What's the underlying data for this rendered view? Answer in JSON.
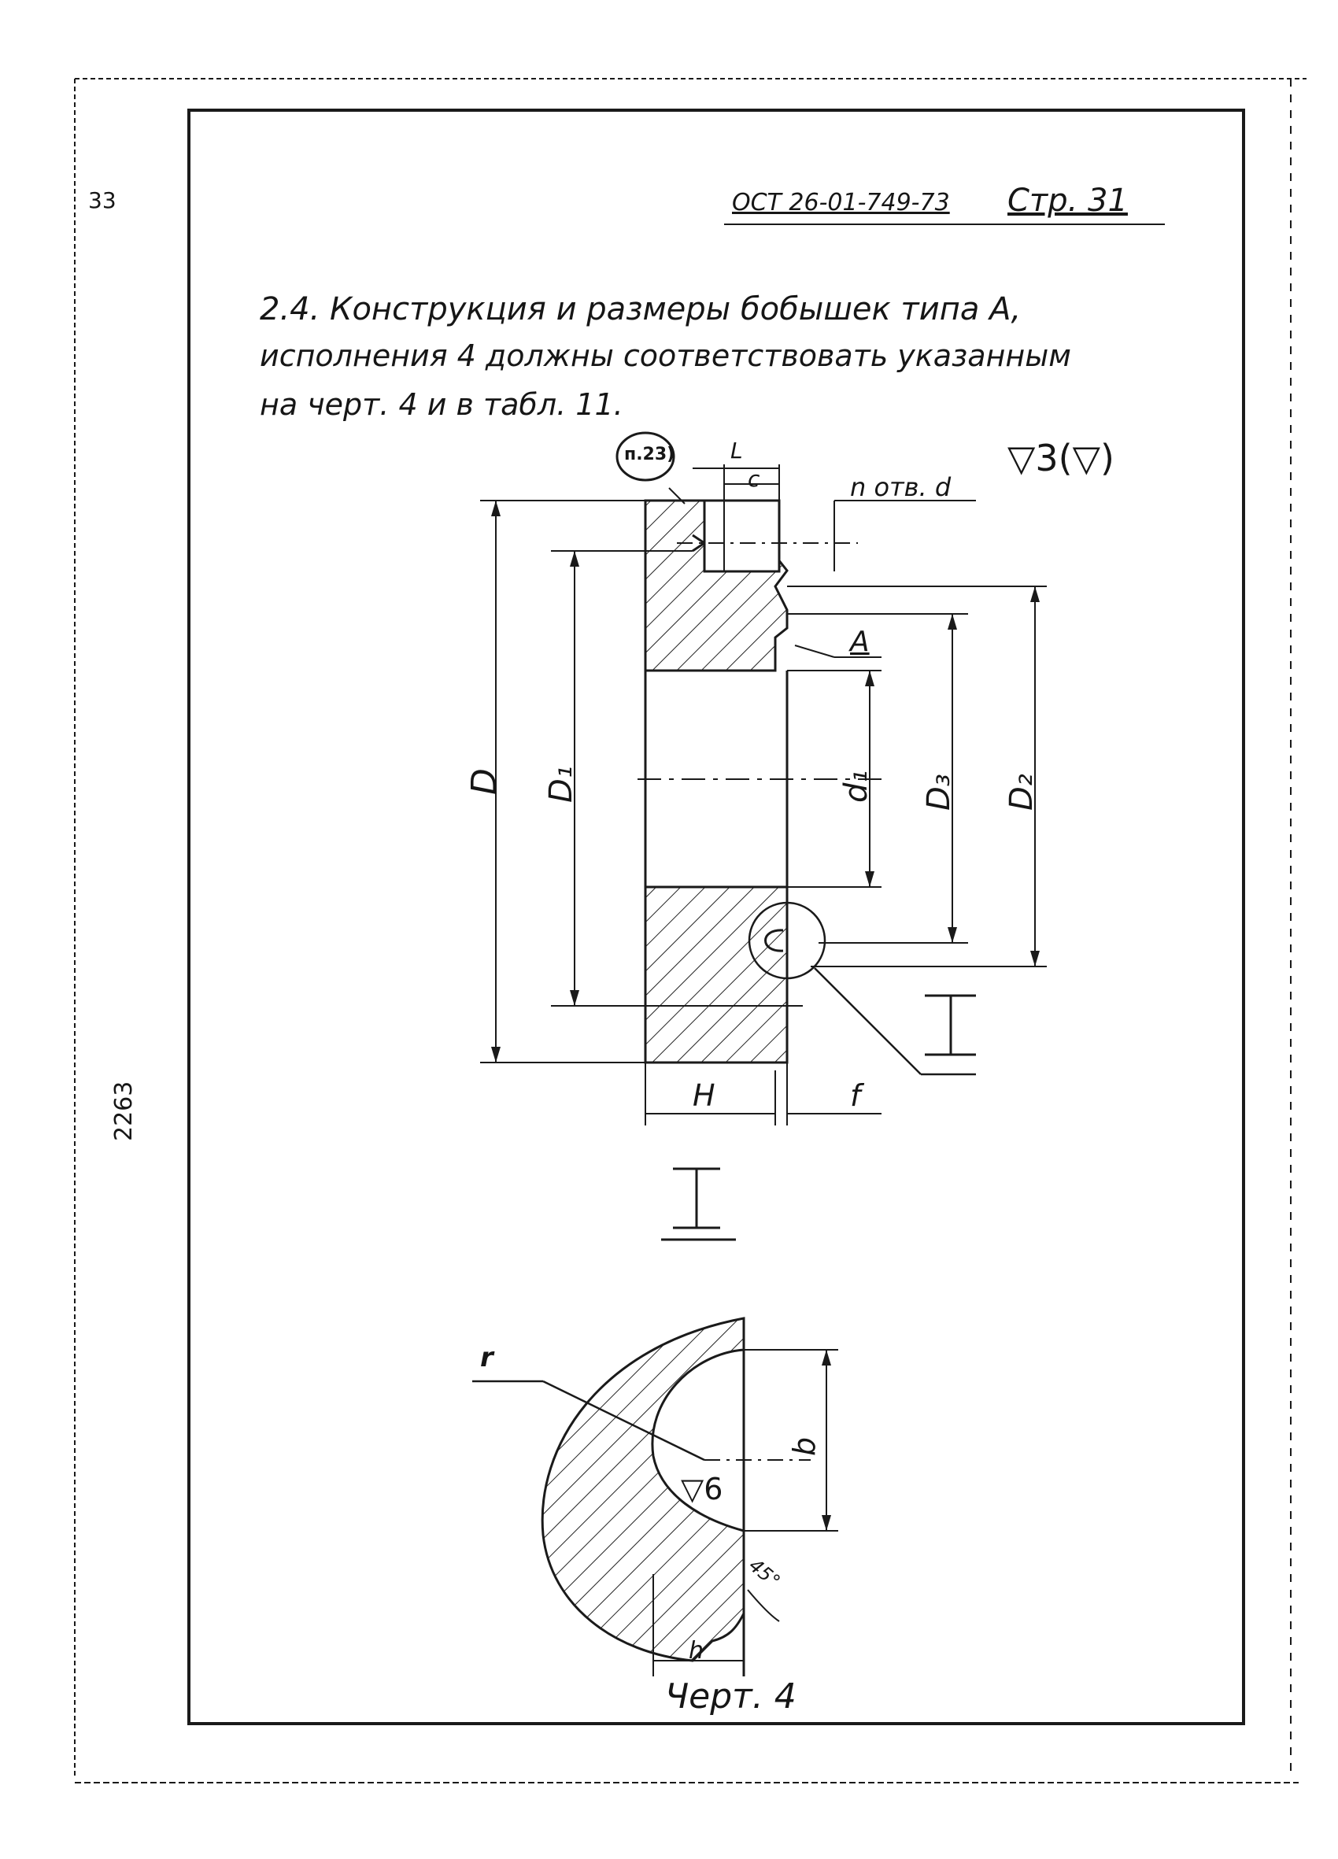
{
  "margin_note_top": "33",
  "margin_note_side": "2263",
  "header": {
    "standard": "ОСТ 26-01-749-73",
    "page": "Стр. 31"
  },
  "paragraph": {
    "line1": "2.4. Конструкция  и размеры бобышек типа А,",
    "line2": "исполнения 4 должны соответствовать указанным",
    "line3": "на черт. 4   и  в   табл. 11."
  },
  "drawing": {
    "roughness_symbol": "▽3(▽)",
    "ref_note": "п.23)",
    "labels": {
      "L": "L",
      "c": "c",
      "holes": "n отв. d",
      "A": "A",
      "D": "D",
      "D1": "D₁",
      "d1": "d₁",
      "D3": "D₃",
      "D2": "D₂",
      "H": "H",
      "f": "f",
      "section_ref": "I",
      "detail_title": "I",
      "r": "r",
      "b": "b",
      "roughness_detail": "▽6",
      "angle": "45°",
      "h": "h",
      "caption": "Черт. 4"
    }
  }
}
